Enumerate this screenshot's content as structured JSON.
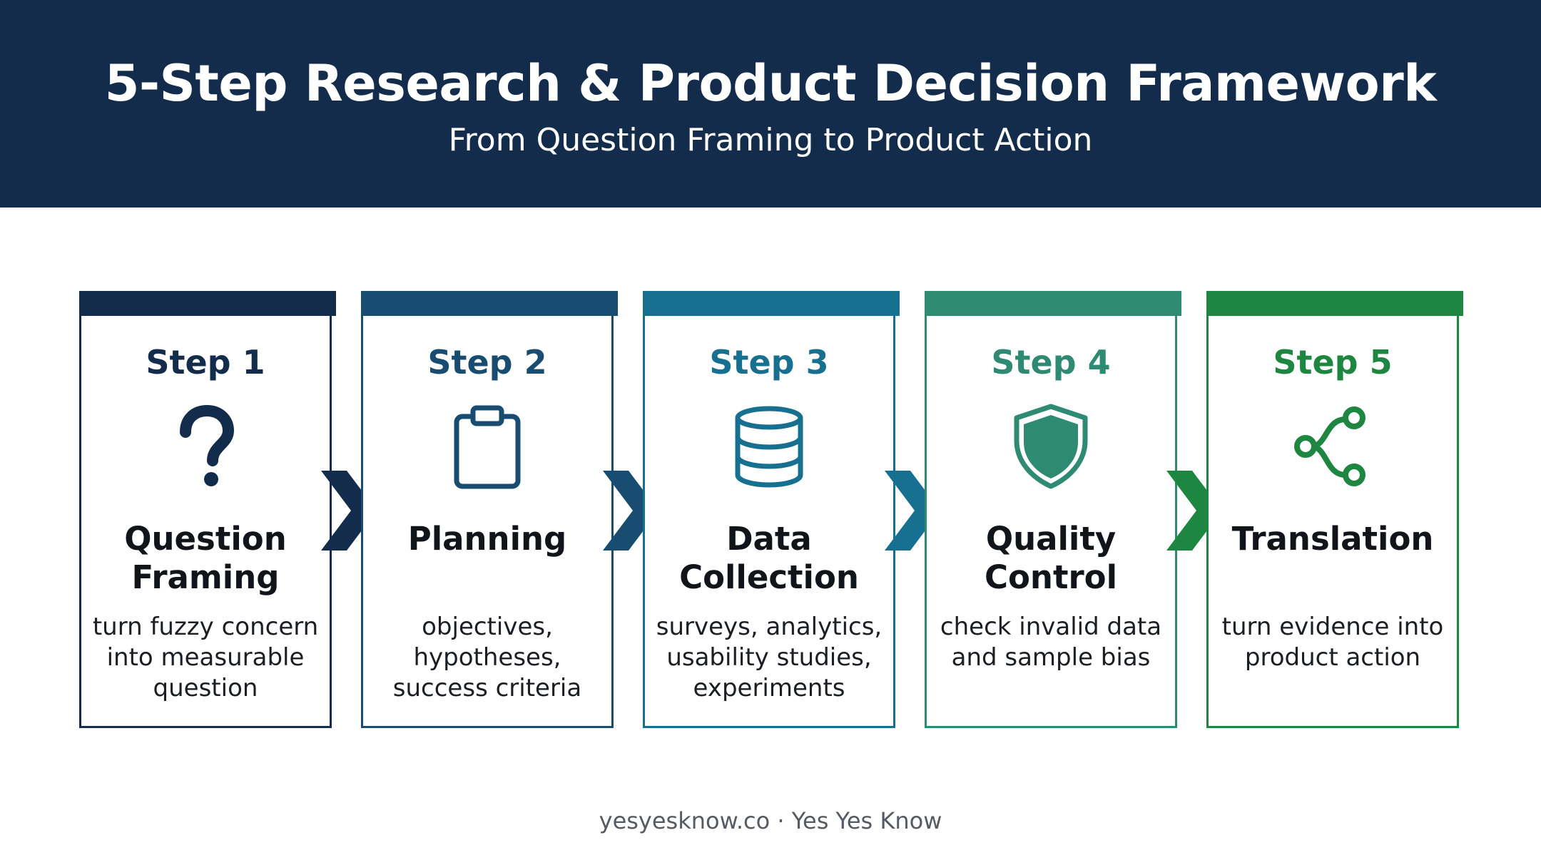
{
  "header": {
    "title": "5-Step Research & Product Decision Framework",
    "subtitle": "From Question Framing to Product Action"
  },
  "steps": [
    {
      "label": "Step 1",
      "name": "Question Framing",
      "description": "turn fuzzy concern into measurable question",
      "icon": "question-mark-icon",
      "color": "#142c4b"
    },
    {
      "label": "Step 2",
      "name": "Planning",
      "description": "objectives, hypotheses, success criteria",
      "icon": "clipboard-icon",
      "color": "#184d71"
    },
    {
      "label": "Step 3",
      "name": "Data Collection",
      "description": "surveys, analytics, usability studies, experiments",
      "icon": "database-icon",
      "color": "#187091"
    },
    {
      "label": "Step 4",
      "name": "Quality Control",
      "description": "check invalid data and sample bias",
      "icon": "shield-icon",
      "color": "#2e8a72"
    },
    {
      "label": "Step 5",
      "name": "Translation",
      "description": "turn evidence into product action",
      "icon": "share-nodes-icon",
      "color": "#1d8641"
    }
  ],
  "arrows": [
    {
      "icon": "chevron-right-icon",
      "color": "#142c4b"
    },
    {
      "icon": "chevron-right-icon",
      "color": "#184d71"
    },
    {
      "icon": "chevron-right-icon",
      "color": "#187091"
    },
    {
      "icon": "chevron-right-icon",
      "color": "#1d8641"
    }
  ],
  "footer": {
    "text": "yesyesknow.co · Yes Yes Know"
  }
}
